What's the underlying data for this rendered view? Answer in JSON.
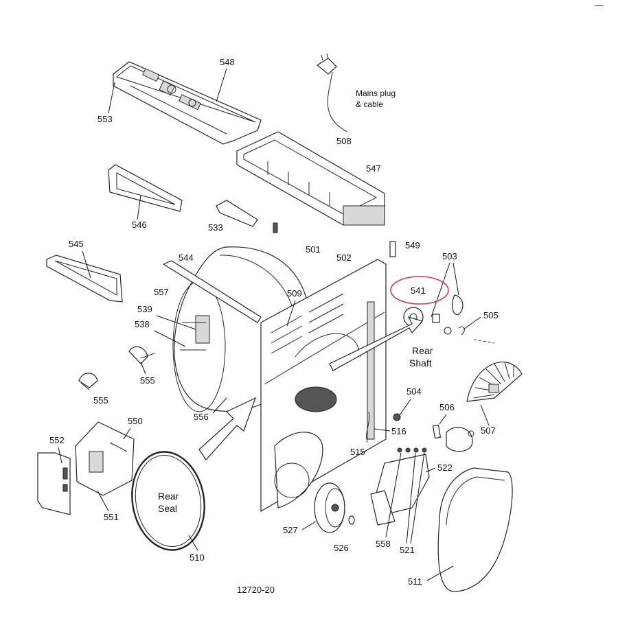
{
  "window": {
    "minimize_glyph": "—"
  },
  "colors": {
    "highlight": "#d83a3a",
    "line": "#222222",
    "background": "#ffffff"
  },
  "diagram": {
    "parts": {
      "p548": "548",
      "p553": "553",
      "p508": "508",
      "p547": "547",
      "p546": "546",
      "p533": "533",
      "p545": "545",
      "p544": "544",
      "p501": "501",
      "p502": "502",
      "p549": "549",
      "p503": "503",
      "p541": "541",
      "p505": "505",
      "p557": "557",
      "p509": "509",
      "p539": "539",
      "p538": "538",
      "p555a": "555",
      "p555b": "555",
      "p556": "556",
      "p504": "504",
      "p506": "506",
      "p507": "507",
      "p550": "550",
      "p552": "552",
      "p516": "516",
      "p515": "515",
      "p522": "522",
      "p551": "551",
      "p527": "527",
      "p526": "526",
      "p558": "558",
      "p521": "521",
      "p510": "510",
      "p511": "511"
    },
    "captions": {
      "mains_line1": "Mains plug",
      "mains_line2": "& cable",
      "rear_shaft_line1": "Rear",
      "rear_shaft_line2": "Shaft",
      "rear_seal_line1": "Rear",
      "rear_seal_line2": "Seal"
    },
    "drawing_number": "12720-20"
  }
}
